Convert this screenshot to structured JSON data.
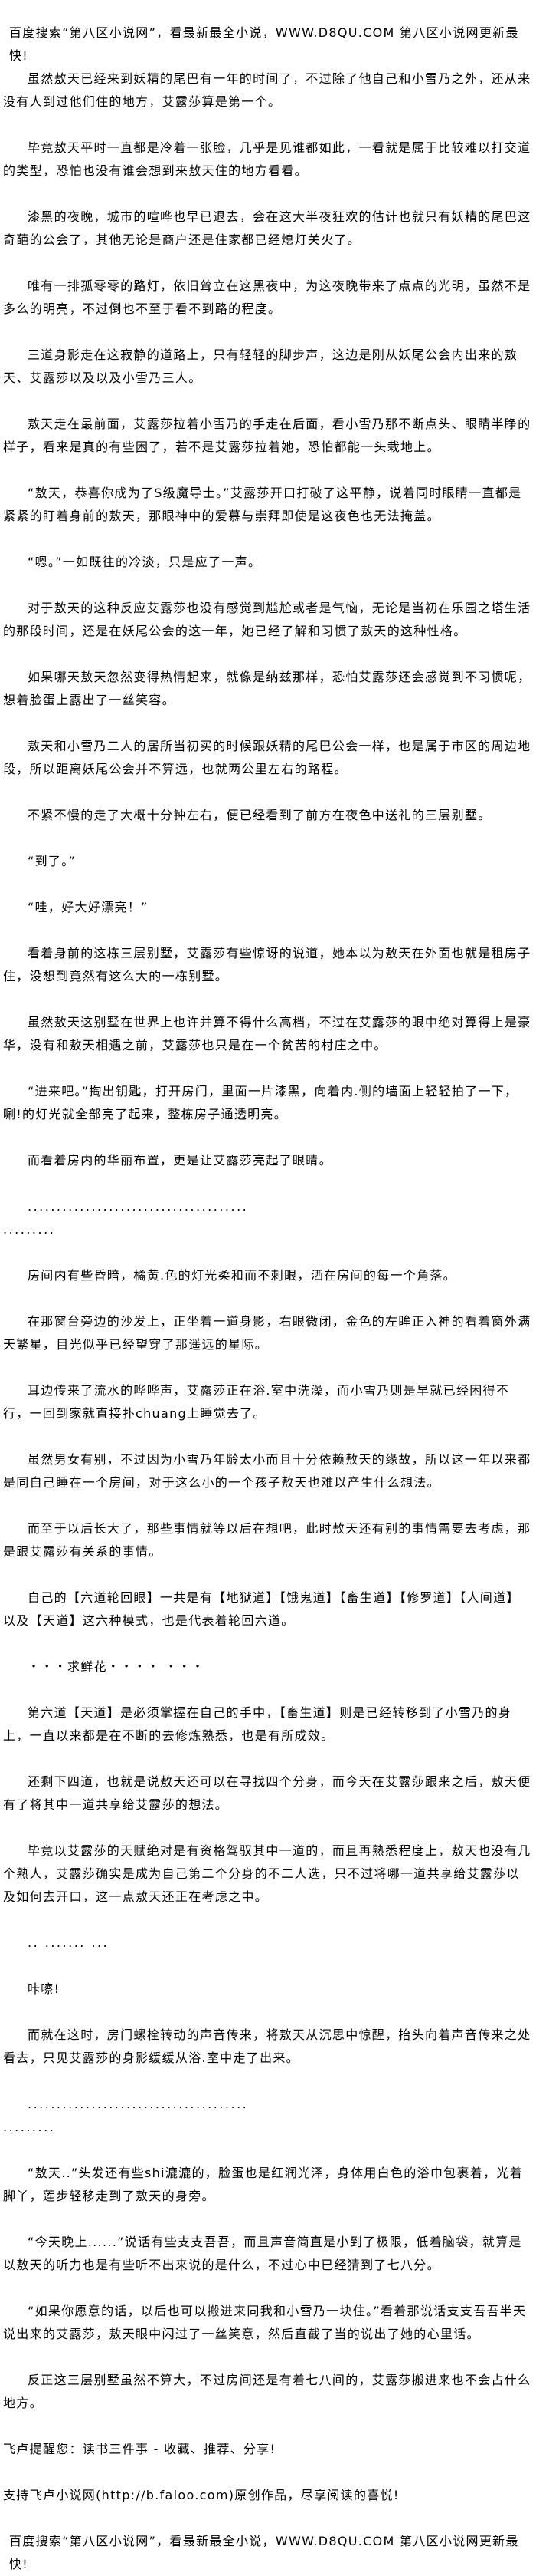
{
  "header_banner": "百度搜索“第八区小说网”，看最新最全小说，WWW.D8QU.COM   第八区小说网更新最快!",
  "paragraphs": [
    {
      "text": "虽然敖天已经来到妖精的尾巴有一年的时间了，不过除了他自己和小雪乃之外，还从来没有人到过他们住的地方，艾露莎算是第一个。",
      "indent": true
    },
    {
      "text": "毕竟敖天平时一直都是冷着一张脸，几乎是见谁都如此，一看就是属于比较难以打交道的类型，恐怕也没有谁会想到来敖天住的地方看看。",
      "indent": true
    },
    {
      "text": "漆黑的夜晚，城市的喧哗也早已退去，会在这大半夜狂欢的估计也就只有妖精的尾巴这奇葩的公会了，其他无论是商户还是住家都已经熄灯关火了。",
      "indent": true
    },
    {
      "text": "唯有一排孤零零的路灯，依旧耸立在这黑夜中，为这夜晚带来了点点的光明，虽然不是多么的明亮，不过倒也不至于看不到路的程度。",
      "indent": true
    },
    {
      "text": "三道身影走在这寂静的道路上，只有轻轻的脚步声，这边是刚从妖尾公会内出来的敖天、艾露莎以及以及小雪乃三人。",
      "indent": true
    },
    {
      "text": "敖天走在最前面，艾露莎拉着小雪乃的手走在后面，看小雪乃那不断点头、眼睛半睁的样子，看来是真的有些困了，若不是艾露莎拉着她，恐怕都能一头栽地上。",
      "indent": true
    },
    {
      "text": "“敖天，恭喜你成为了S级魔导士。”艾露莎开口打破了这平静，说着同时眼睛一直都是紧紧的盯着身前的敖天，那眼神中的爱慕与崇拜即使是这夜色也无法掩盖。",
      "indent": true
    },
    {
      "text": "“嗯。”一如既往的冷淡，只是应了一声。",
      "indent": true
    },
    {
      "text": "对于敖天的这种反应艾露莎也没有感觉到尴尬或者是气恼，无论是当初在乐园之塔生活的那段时间，还是在妖尾公会的这一年，她已经了解和习惯了敖天的这种性格。",
      "indent": true
    },
    {
      "text": "如果哪天敖天忽然变得热情起来，就像是纳兹那样，恐怕艾露莎还会感觉到不习惯呢，想着脸蛋上露出了一丝笑容。",
      "indent": true
    },
    {
      "text": "敖天和小雪乃二人的居所当初买的时候跟妖精的尾巴公会一样，也是属于市区的周边地段，所以距离妖尾公会并不算远，也就两公里左右的路程。",
      "indent": true
    },
    {
      "text": "不紧不慢的走了大概十分钟左右，便已经看到了前方在夜色中送礼的三层别墅。",
      "indent": true
    },
    {
      "text": "“到了。”",
      "indent": true
    },
    {
      "text": "“哇，好大好漂亮！”",
      "indent": true
    },
    {
      "text": "看着身前的这栋三层别墅，艾露莎有些惊讶的说道，她本以为敖天在外面也就是租房子住，没想到竟然有这么大的一栋别墅。",
      "indent": true
    },
    {
      "text": "虽然敖天这别墅在世界上也许并算不得什么高档，不过在艾露莎的眼中绝对算得上是豪华，没有和敖天相遇之前，艾露莎也只是在一个贫苦的村庄之中。",
      "indent": true
    },
    {
      "text": "“进来吧。”掏出钥匙，打开房门，里面一片漆黑，向着内.侧的墙面上轻轻拍了一下，唰!的灯光就全部亮了起来，整栋房子通透明亮。",
      "indent": true
    },
    {
      "text": "而看着房内的华丽布置，更是让艾露莎亮起了眼睛。",
      "indent": true
    },
    {
      "text": "......................................\n.........",
      "indent": true,
      "dots": true
    },
    {
      "text": "房间内有些昏暗，橘黄.色的灯光柔和而不刺眼，洒在房间的每一个角落。",
      "indent": true
    },
    {
      "text": "在那窗台旁边的沙发上，正坐着一道身影，右眼微闭，金色的左眸正入神的看着窗外满天繁星，目光似乎已经望穿了那遥远的星际。",
      "indent": true
    },
    {
      "text": "耳边传来了流水的哗哗声，艾露莎正在浴.室中洗澡，而小雪乃则是早就已经困得不行，一回到家就直接扑chuang上睡觉去了。",
      "indent": true
    },
    {
      "text": "虽然男女有别，不过因为小雪乃年龄太小而且十分依赖敖天的缘故，所以这一年以来都是同自己睡在一个房间，对于这么小的一个孩子敖天也难以产生什么想法。",
      "indent": true
    },
    {
      "text": "而至于以后长大了，那些事情就等以后在想吧，此时敖天还有别的事情需要去考虑，那是跟艾露莎有关系的事情。",
      "indent": true
    },
    {
      "text": "自己的【六道轮回眼】一共是有【地狱道】【饿鬼道】【畜生道】【修罗道】【人间道】以及【天道】这六种模式，也是代表着轮回六道。",
      "indent": true
    },
    {
      "text": "・・・求鲜花・・・・ ・・・",
      "indent": true
    },
    {
      "text": "第六道【天道】是必须掌握在自己的手中，【畜生道】则是已经转移到了小雪乃的身上，一直以来都是在不断的去修炼熟悉，也是有所成效。",
      "indent": true
    },
    {
      "text": "还剩下四道，也就是说敖天还可以在寻找四个分身，而今天在艾露莎跟来之后，敖天便有了将其中一道共享给艾露莎的想法。",
      "indent": true
    },
    {
      "text": "毕竟以艾露莎的天赋绝对是有资格驾驭其中一道的，而且再熟悉程度上，敖天也没有几个熟人，艾露莎确实是成为自己第二个分身的不二人选，只不过将哪一道共享给艾露莎以及如何去开口，这一点敖天还正在考虑之中。",
      "indent": true
    },
    {
      "text": ".. ....... ...",
      "indent": true,
      "dots": true
    },
    {
      "text": "咔嚓!",
      "indent": true
    },
    {
      "text": "而就在这时，房门螺栓转动的声音传来，将敖天从沉思中惊醒，抬头向着声音传来之处看去，只见艾露莎的身影缓缓从浴.室中走了出来。",
      "indent": true
    },
    {
      "text": "......................................\n.........",
      "indent": true,
      "dots": true
    },
    {
      "text": "“敖天..”头发还有些shi漉漉的，脸蛋也是红润光泽，身体用白色的浴巾包裹着，光着脚丫，莲步轻移走到了敖天的身旁。",
      "indent": true
    },
    {
      "text": "“今天晚上......”说话有些支支吾吾，而且声音简直是小到了极限，低着脑袋，就算是以敖天的听力也是有些听不出来说的是什么，不过心中已经猜到了七八分。",
      "indent": true
    },
    {
      "text": "“如果你愿意的话，以后也可以搬进来同我和小雪乃一块住。”看着那说话支支吾吾半天说出来的艾露莎，敖天眼中闪过了一丝笑意，然后直截了当的说出了她的心里话。",
      "indent": true
    },
    {
      "text": "反正这三层别墅虽然不算大，不过房间还是有着七八间的，艾露莎搬进来也不会占什么地方。",
      "indent": true
    },
    {
      "text": "飞卢提醒您：读书三件事 - 收藏、推荐、分享!",
      "indent": false
    },
    {
      "text": "支持飞卢小说网(http://b.faloo.com)原创作品，尽享阅读的喜悦!",
      "indent": false
    }
  ],
  "footer_banner": "百度搜索“第八区小说网”，看最新最全小说，WWW.D8QU.COM   第八区小说网更新最快!"
}
